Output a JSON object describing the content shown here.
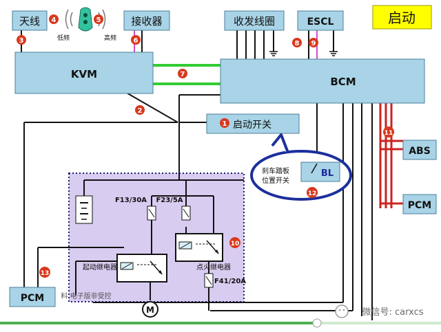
{
  "title": "启动",
  "components": {
    "antenna": "天线",
    "receiver": "接收器",
    "transceiver_coil": "收发线圈",
    "escl": "ESCL",
    "kvm": "KVM",
    "bcm": "BCM",
    "start_switch": "启动开关",
    "bl": "BL",
    "abs": "ABS",
    "pcm_right": "PCM",
    "pcm_left": "PCM",
    "motor": "M"
  },
  "labels": {
    "low_freq": "低频",
    "high_freq": "高频",
    "brake_pedal_line1": "刹车踏板",
    "brake_pedal_line2": "位置开关",
    "fuse_f13": "F13/30A",
    "fuse_f23": "F23/5A",
    "fuse_f41": "F41/20A",
    "start_relay": "起动继电器",
    "ignition_relay": "点火继电器",
    "bottom_note": "料  电子版非受控",
    "watermark": "微信号: carxcs"
  },
  "markers": [
    "1",
    "2",
    "3",
    "4",
    "5",
    "6",
    "7",
    "8",
    "9",
    "10",
    "11",
    "12",
    "13"
  ],
  "colors": {
    "box_fill": "#a9d3e6",
    "box_stroke": "#4a7f9a",
    "title_bg": "#ffff00",
    "marker": "#d9381e",
    "can_green": "#33cc33",
    "abs_red": "#cc2222",
    "relay_area": "#d8ccf0",
    "relay_border": "#1a1a6e",
    "callout_border": "#1c2f9c"
  }
}
